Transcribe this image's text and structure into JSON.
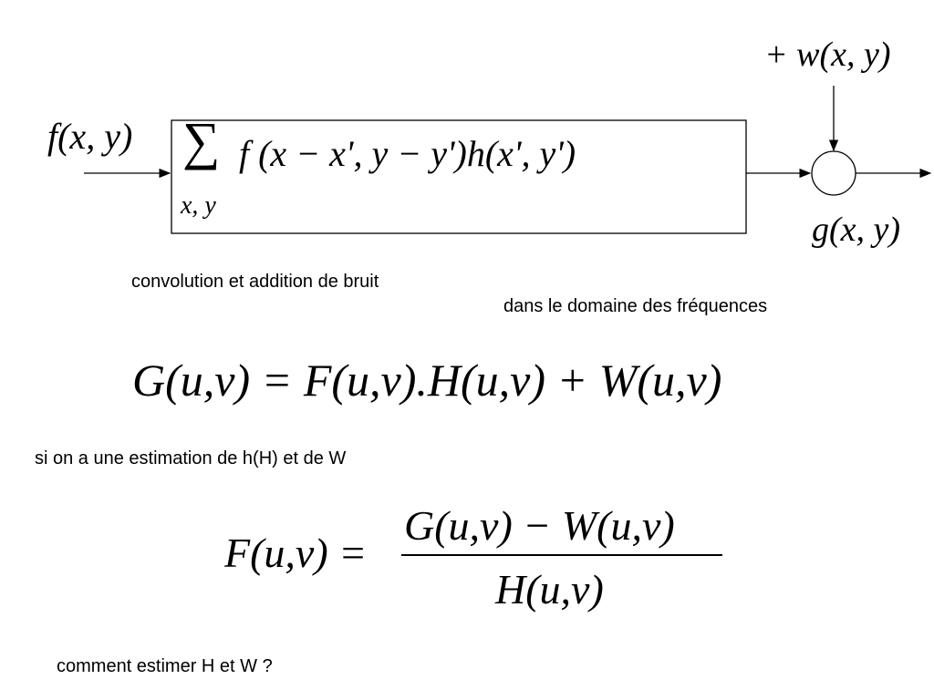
{
  "diagram": {
    "input_label": "f(x, y)",
    "sum_symbol": "∑",
    "sum_subscript": "x, y",
    "convolution_expr": "f (x − x', y − y')h(x', y')",
    "noise_label": "+ w(x, y)",
    "output_label": "g(x, y)"
  },
  "captions": {
    "convolution": "convolution et addition de bruit",
    "frequency": "dans le domaine des fréquences",
    "estimation": "si on a une estimation de h(H) et de W",
    "question": "comment estimer H et W ?"
  },
  "equations": {
    "frequency_model": "G(u,v) = F(u,v).H(u,v) + W(u,v)",
    "restoration_lhs": "F(u,v) =",
    "restoration_numerator": "G(u,v) − W(u,v)",
    "restoration_denominator": "H(u,v)"
  }
}
